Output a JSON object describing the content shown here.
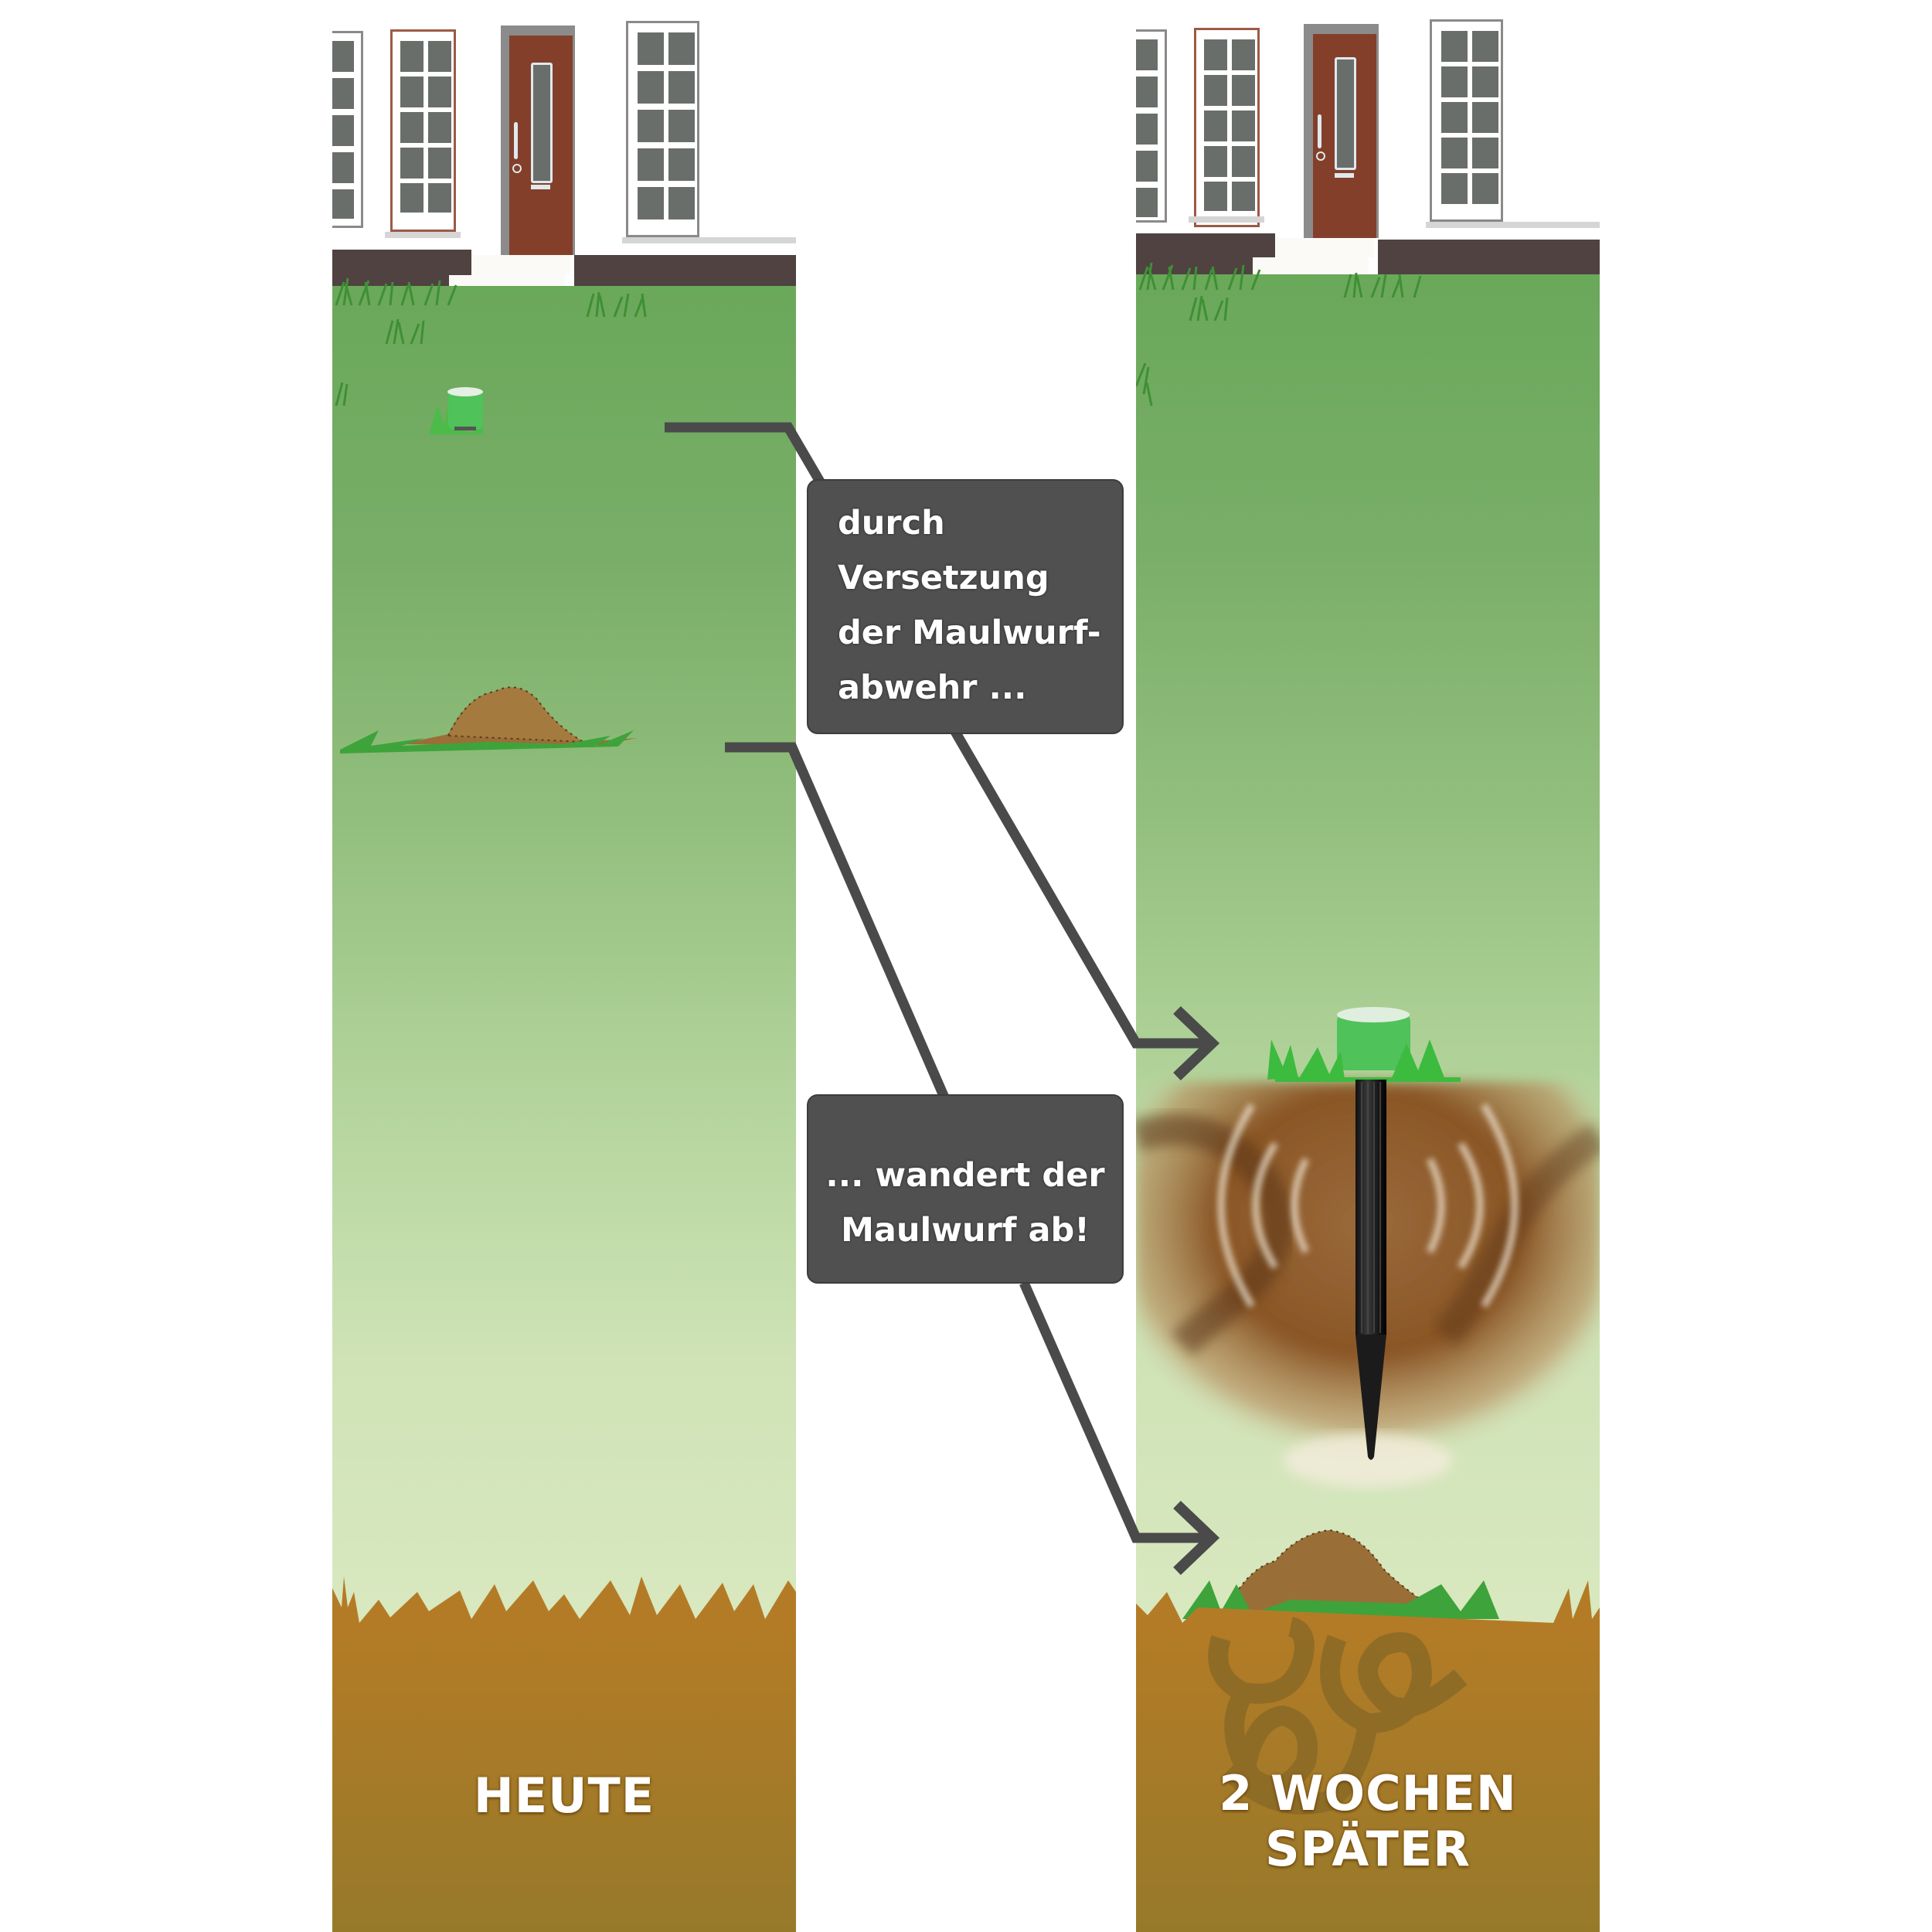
{
  "title": "Maulwurfabwehr – Vorher / Nachher",
  "panels": {
    "left": {
      "label": "HEUTE"
    },
    "right": {
      "label_line1": "2 WOCHEN",
      "label_line2": "SPÄTER"
    }
  },
  "callouts": {
    "first": {
      "lines": [
        "durch",
        "Versetzung",
        "der Maulwurf-",
        "abwehr ..."
      ]
    },
    "second": {
      "lines": [
        "... wandert der",
        "Maulwurf ab!"
      ]
    }
  },
  "colors": {
    "callout_bg": "#505050",
    "lawn_top": "#6aa85a",
    "lawn_bottom": "#d9e8c0",
    "soil": "#b47b26",
    "door": "#843f2a",
    "plinth": "#4f4240",
    "device_cap": "#4fc25a"
  },
  "icons": {
    "device": "mole-repeller-stake-icon",
    "molehill": "molehill-icon",
    "arrow": "arrow-right-icon",
    "sound_waves": "sound-wave-icon"
  }
}
